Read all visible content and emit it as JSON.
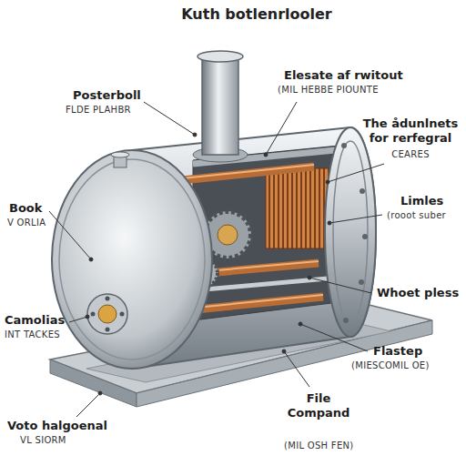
{
  "diagram": {
    "title": "Kuth botlenrlooler",
    "labels": [
      "Posterboll",
      "FLDE PLAHBR",
      "Elesate af rwitout",
      "(MIL HEBBE PIOUNTE",
      "The ådunlnets for rerfegral",
      "CEARES",
      "Book",
      "V ORLIA",
      "Limles",
      "(rooot suber",
      "Camolias",
      "INT TACKES",
      "Whoet pless",
      "Flastep",
      "(MIESCOMIL OE)",
      "File Compand",
      "(MIL OSH FEN)",
      "Voto halgoenal",
      "VL SIORM"
    ]
  }
}
